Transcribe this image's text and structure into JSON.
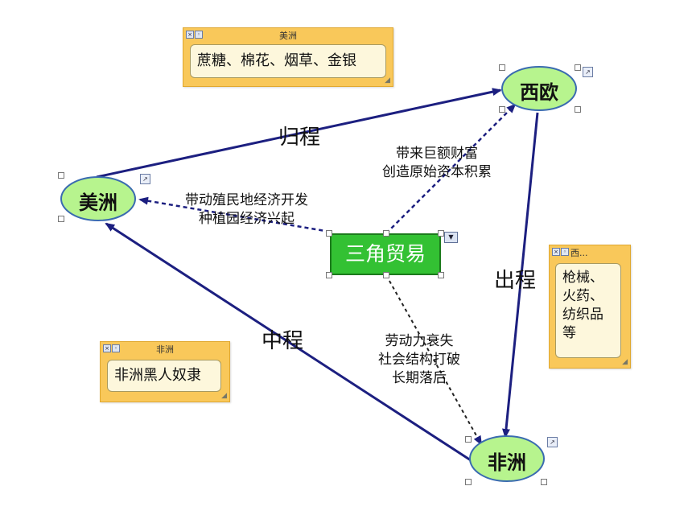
{
  "nodes": {
    "americas": "美洲",
    "western_europe": "西欧",
    "africa": "非洲",
    "center": "三角贸易"
  },
  "edges": {
    "return_trip": "归程",
    "outbound_trip": "出程",
    "middle_passage": "中程"
  },
  "relations": {
    "to_americas": [
      "带动殖民地经济开发",
      "种植园经济兴起"
    ],
    "to_europe": [
      "带来巨额财富",
      "创造原始资本积累"
    ],
    "to_africa": [
      "劳动力衰失",
      "社会结构打破",
      "长期落后"
    ]
  },
  "notes": {
    "americas": {
      "title": "美洲",
      "body": "蔗糖、棉花、烟草、金银"
    },
    "europe": {
      "title": "西...",
      "body": "枪械、火药、纺织品等"
    },
    "africa": {
      "title": "非洲",
      "body": "非洲黑人奴隶"
    }
  },
  "colors": {
    "arrow": "#1c1f80",
    "node_fill": "#b7f48e",
    "center_fill": "#33c133",
    "note": "#f9c85a"
  }
}
